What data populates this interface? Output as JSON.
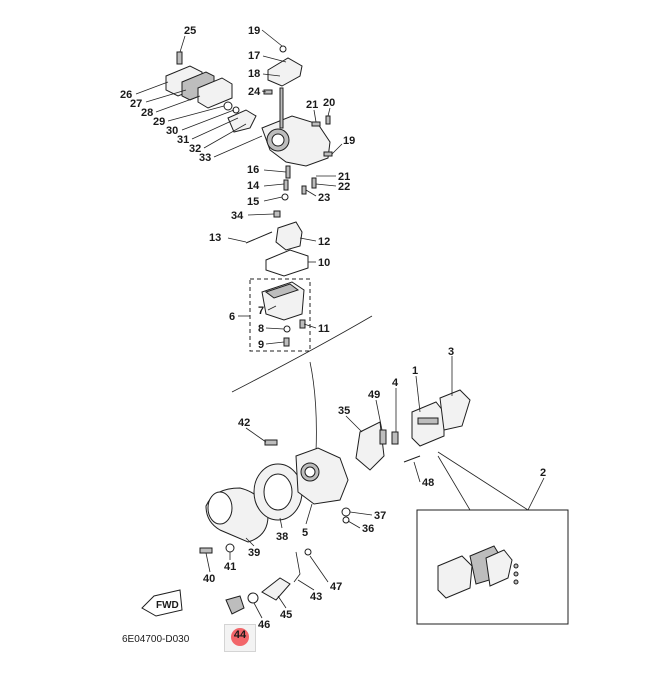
{
  "diagram": {
    "drawing_code": "6E04700-D030",
    "direction_label": "FWD",
    "highlighted_callout": "44",
    "highlight_color": "#f2575b",
    "callouts": [
      {
        "id": "c25",
        "label": "25"
      },
      {
        "id": "c19a",
        "label": "19"
      },
      {
        "id": "c17",
        "label": "17"
      },
      {
        "id": "c18",
        "label": "18"
      },
      {
        "id": "c24",
        "label": "24"
      },
      {
        "id": "c26",
        "label": "26"
      },
      {
        "id": "c27",
        "label": "27"
      },
      {
        "id": "c28",
        "label": "28"
      },
      {
        "id": "c29",
        "label": "29"
      },
      {
        "id": "c30",
        "label": "30"
      },
      {
        "id": "c31",
        "label": "31"
      },
      {
        "id": "c32",
        "label": "32"
      },
      {
        "id": "c33",
        "label": "33"
      },
      {
        "id": "c21a",
        "label": "21"
      },
      {
        "id": "c20",
        "label": "20"
      },
      {
        "id": "c19b",
        "label": "19"
      },
      {
        "id": "c16",
        "label": "16"
      },
      {
        "id": "c14",
        "label": "14"
      },
      {
        "id": "c21b",
        "label": "21"
      },
      {
        "id": "c22",
        "label": "22"
      },
      {
        "id": "c15",
        "label": "15"
      },
      {
        "id": "c23",
        "label": "23"
      },
      {
        "id": "c34",
        "label": "34"
      },
      {
        "id": "c13",
        "label": "13"
      },
      {
        "id": "c12",
        "label": "12"
      },
      {
        "id": "c10",
        "label": "10"
      },
      {
        "id": "c7",
        "label": "7"
      },
      {
        "id": "c6",
        "label": "6"
      },
      {
        "id": "c8",
        "label": "8"
      },
      {
        "id": "c11",
        "label": "11"
      },
      {
        "id": "c9",
        "label": "9"
      },
      {
        "id": "c3",
        "label": "3"
      },
      {
        "id": "c49",
        "label": "49"
      },
      {
        "id": "c4",
        "label": "4"
      },
      {
        "id": "c1",
        "label": "1"
      },
      {
        "id": "c35",
        "label": "35"
      },
      {
        "id": "c42",
        "label": "42"
      },
      {
        "id": "c2",
        "label": "2"
      },
      {
        "id": "c48",
        "label": "48"
      },
      {
        "id": "c37",
        "label": "37"
      },
      {
        "id": "c36",
        "label": "36"
      },
      {
        "id": "c38",
        "label": "38"
      },
      {
        "id": "c5",
        "label": "5"
      },
      {
        "id": "c39",
        "label": "39"
      },
      {
        "id": "c41",
        "label": "41"
      },
      {
        "id": "c40",
        "label": "40"
      },
      {
        "id": "c47",
        "label": "47"
      },
      {
        "id": "c43",
        "label": "43"
      },
      {
        "id": "c45",
        "label": "45"
      },
      {
        "id": "c46",
        "label": "46"
      }
    ]
  }
}
